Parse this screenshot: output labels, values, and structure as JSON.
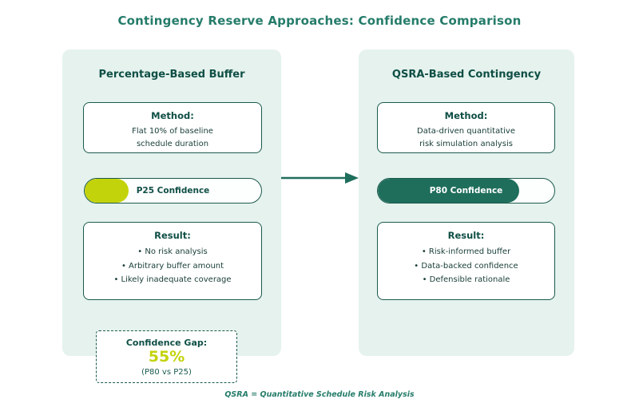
{
  "title": "Contingency Reserve Approaches: Confidence Comparison",
  "footnote": "QSRA = Quantitative Schedule Risk Analysis",
  "colors": {
    "page_bg": "#ffffff",
    "panel_bg": "#e5f2ed",
    "teal_title": "#257c6a",
    "teal_dark": "#0f4f45",
    "teal_border": "#1b5a4d",
    "body_text": "#173d37",
    "chartreuse": "#c3d30b",
    "pill_fill_dark": "#1f6e5c",
    "arrow": "#1f6e5c"
  },
  "left_panel": {
    "title": "Percentage-Based Buffer",
    "method": {
      "label": "Method:",
      "line1": "Flat 10% of baseline",
      "line2": "schedule duration"
    },
    "pill": {
      "label": "P25 Confidence",
      "fill_percent": 25
    },
    "result": {
      "label": "Result:",
      "bullets": [
        "• No risk analysis",
        "• Arbitrary buffer amount",
        "• Likely inadequate coverage"
      ]
    }
  },
  "right_panel": {
    "title": "QSRA-Based Contingency",
    "method": {
      "label": "Method:",
      "line1": "Data-driven quantitative",
      "line2": "risk simulation analysis"
    },
    "pill": {
      "label": "P80 Confidence",
      "fill_percent": 80
    },
    "result": {
      "label": "Result:",
      "bullets": [
        "• Risk-informed buffer",
        "• Data-backed confidence",
        "• Defensible rationale"
      ]
    }
  },
  "gap_box": {
    "label": "Confidence Gap:",
    "value": "55%",
    "subtext": "(P80 vs P25)"
  }
}
